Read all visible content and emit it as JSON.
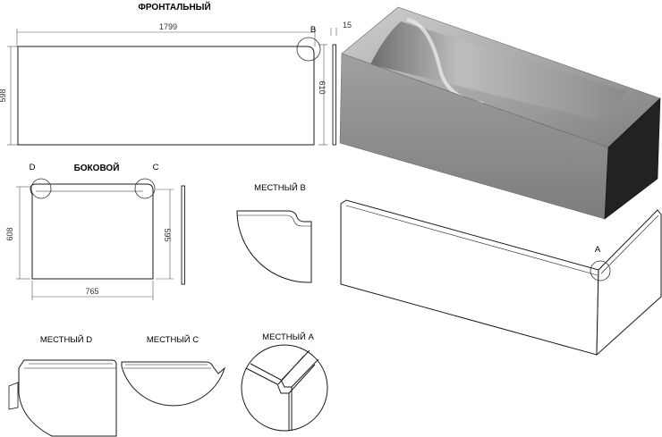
{
  "titles": {
    "front": "ФРОНТАЛЬНЫЙ",
    "side": "БОКОВОЙ"
  },
  "dimensions": {
    "front_width": "1799",
    "front_height": "598",
    "front_height_outer": "610",
    "front_thickness": "15",
    "side_width": "765",
    "side_height": "608",
    "side_height_inner": "595"
  },
  "markers": {
    "b": "B",
    "c": "C",
    "d": "D",
    "a": "A"
  },
  "details": {
    "b": "МЕСТНЫЙ B",
    "d": "МЕСТНЫЙ D",
    "c": "МЕСТНЫЙ C",
    "a": "МЕСТНЫЙ A"
  },
  "colors": {
    "line": "#1a1a1a",
    "dim_line": "#555555",
    "tub_light": "#d0d0d0",
    "tub_mid": "#9a9a9a",
    "tub_dark": "#2a2a2a"
  }
}
